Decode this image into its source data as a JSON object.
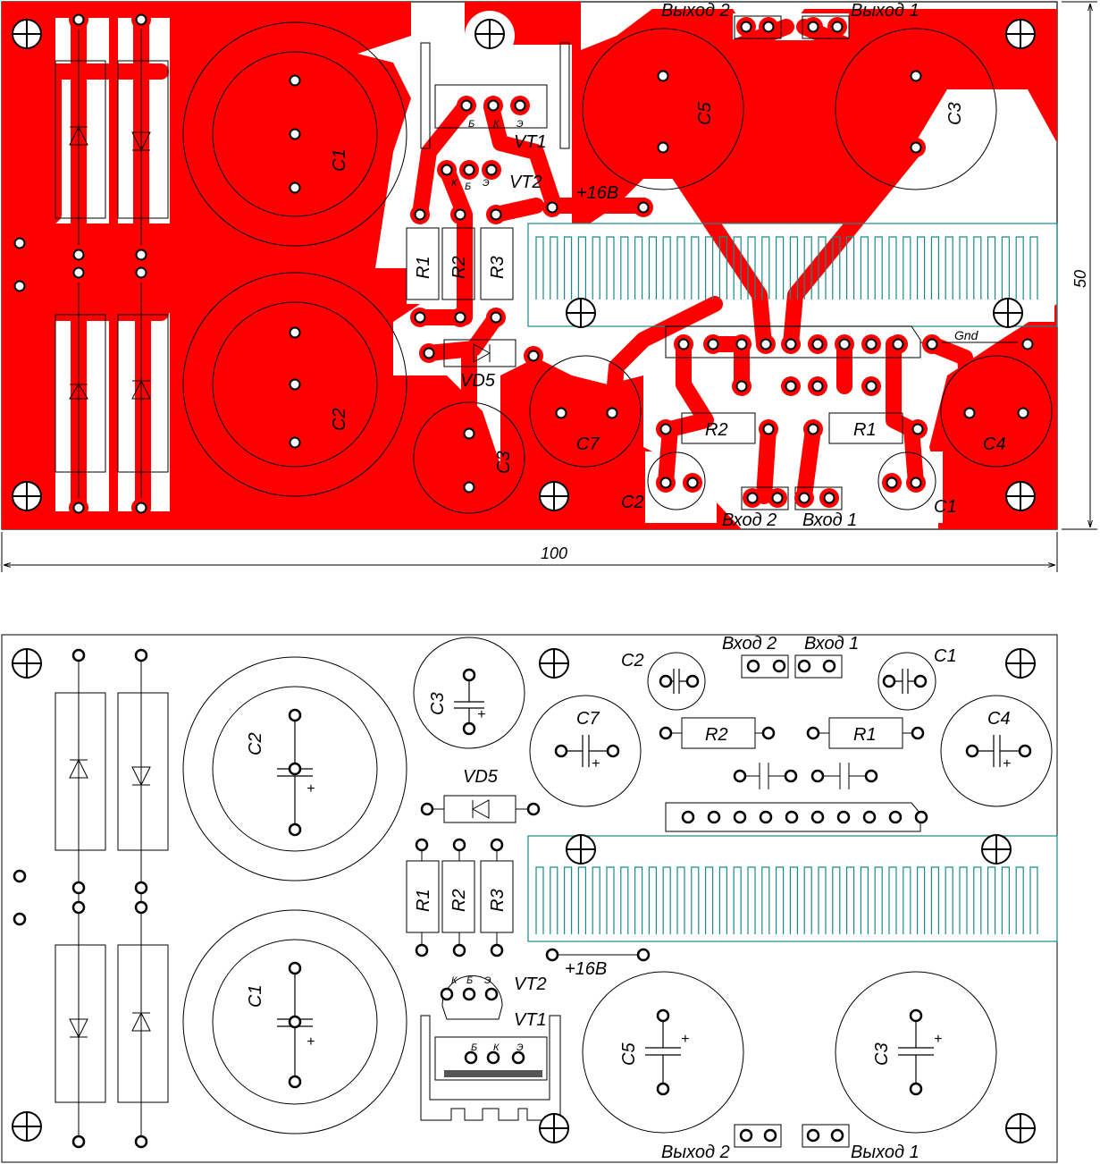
{
  "title": "",
  "colors": {
    "copper": "#ff0000",
    "outline": "#000000",
    "heatsink": "#1a8a8a",
    "board": "#ffffff"
  },
  "dimensions": {
    "width_label": "100",
    "height_label": "50"
  },
  "labels": {
    "out1": "Выход 1",
    "out2": "Выход 2",
    "in1": "Вход 1",
    "in2": "Вход 2",
    "plus16": "+16В",
    "gnd": "Gnd",
    "vt1": "VT1",
    "vt2": "VT2",
    "vd5": "VD5",
    "pin_b": "Б",
    "pin_k": "К",
    "pin_e": "Э",
    "plus": "+"
  },
  "components": {
    "C1": "C1",
    "C2": "C2",
    "C3": "C3",
    "C4": "C4",
    "C5": "C5",
    "C7": "C7",
    "R1": "R1",
    "R2": "R2",
    "R3": "R3"
  }
}
